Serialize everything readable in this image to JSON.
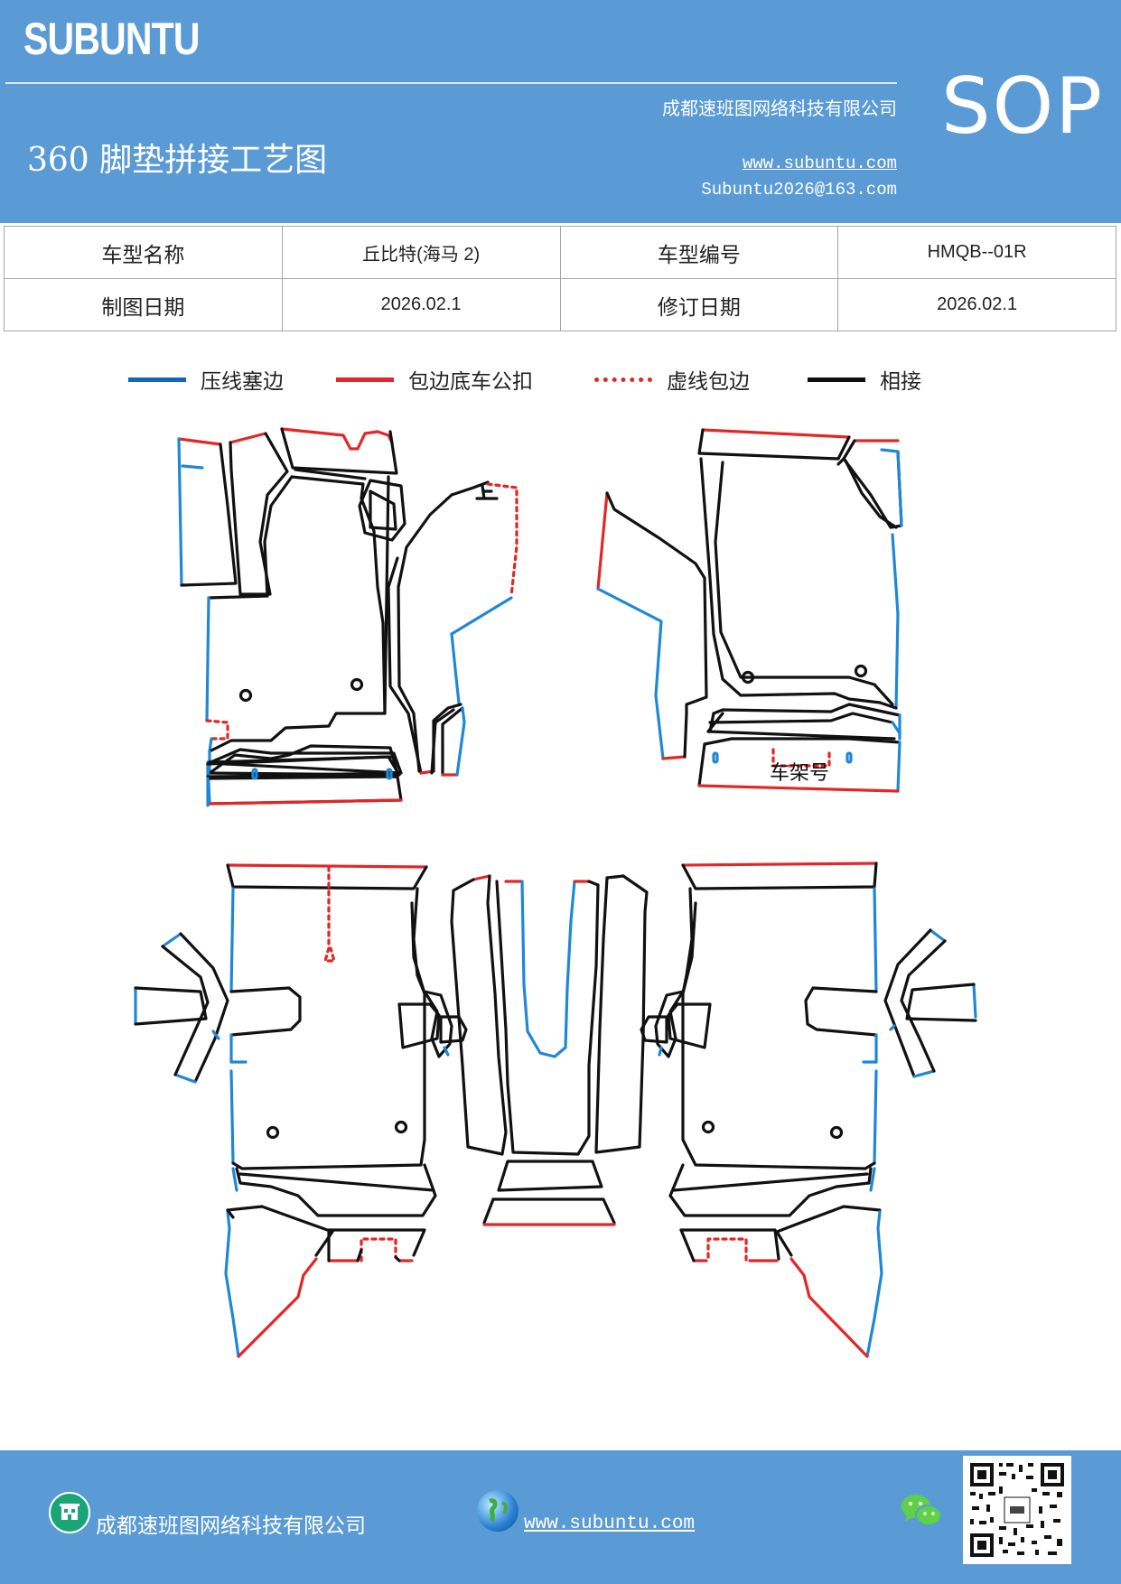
{
  "header": {
    "brand": "SUBUNTU",
    "title": "360 脚垫拼接工艺图",
    "company": "成都速班图网络科技有限公司",
    "website": "www.subuntu.com",
    "email": "Subuntu2026@163.com",
    "badge": "SOP"
  },
  "info_table": {
    "row1": {
      "label1": "车型名称",
      "value1": "丘比特(海马 2)",
      "label2": "车型编号",
      "value2": "HMQB--01R"
    },
    "row2": {
      "label1": "制图日期",
      "value1": "2026.02.1",
      "label2": "修订日期",
      "value2": "2026.02.1"
    }
  },
  "legend": [
    {
      "label": "压线塞边",
      "color": "#1e88d6",
      "style": "solid"
    },
    {
      "label": "包边底车公扣",
      "color": "#e32626",
      "style": "solid"
    },
    {
      "label": "虚线包边",
      "color": "#e32626",
      "style": "dotted"
    },
    {
      "label": "相接",
      "color": "#111111",
      "style": "solid"
    }
  ],
  "diagram": {
    "frame_label": "车架号",
    "up_mark": "上",
    "colors": {
      "press": "#1e88d6",
      "wrap": "#e32626",
      "join": "#111111"
    }
  },
  "footer": {
    "company": "成都速班图网络科技有限公司",
    "website": "www.subuntu.com",
    "home_icon": "building-icon",
    "globe_icon": "globe-icon",
    "wechat_icon": "wechat-icon",
    "qr_icon": "qr-code-icon"
  }
}
